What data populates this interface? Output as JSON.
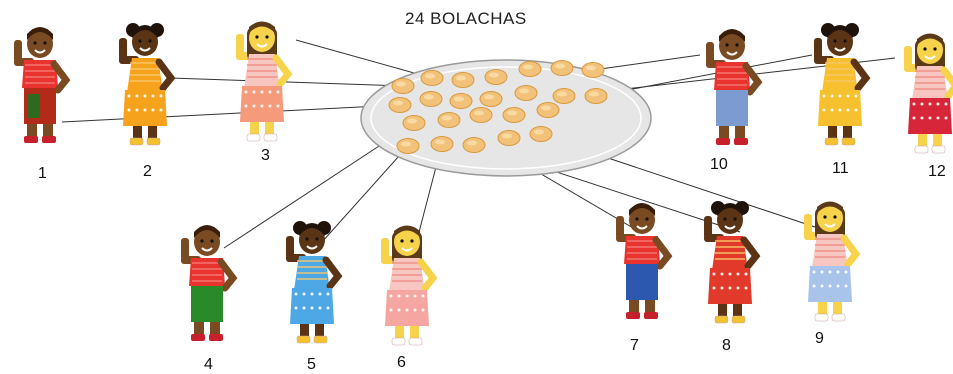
{
  "title": "24 BOLACHAS",
  "children": [
    {
      "label": "1",
      "kind": "boy"
    },
    {
      "label": "2",
      "kind": "girl_dark"
    },
    {
      "label": "3",
      "kind": "girl_light"
    },
    {
      "label": "4",
      "kind": "boy"
    },
    {
      "label": "5",
      "kind": "girl_dark"
    },
    {
      "label": "6",
      "kind": "girl_light"
    },
    {
      "label": "7",
      "kind": "boy"
    },
    {
      "label": "8",
      "kind": "girl_dark"
    },
    {
      "label": "9",
      "kind": "girl_light"
    },
    {
      "label": "10",
      "kind": "boy"
    },
    {
      "label": "11",
      "kind": "girl_dark"
    },
    {
      "label": "12",
      "kind": "girl_light"
    }
  ],
  "cookie_count": 24,
  "colors": {
    "plate": "#e6e6e6",
    "cookie": "#f2c27a",
    "cookie_edge": "#d79a3f",
    "line": "#333333"
  }
}
